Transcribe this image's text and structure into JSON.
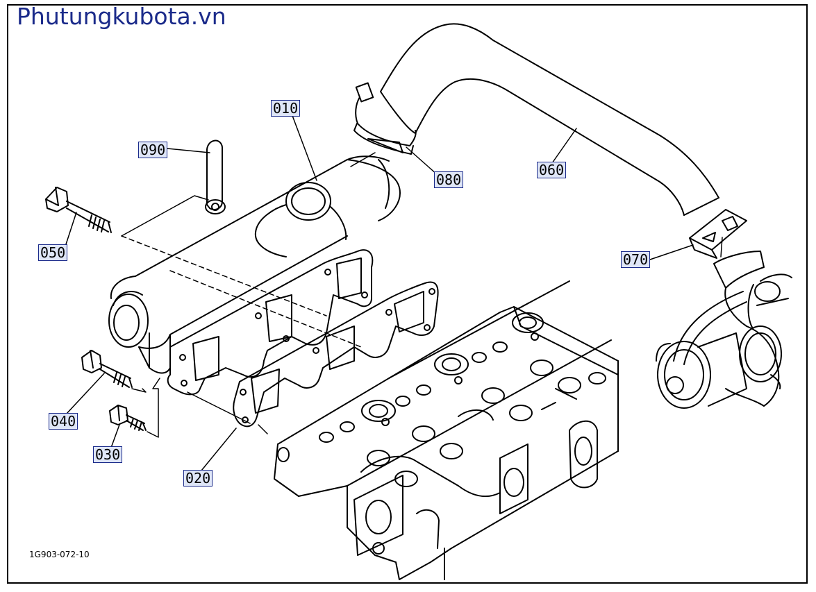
{
  "header": {
    "brand": "Phutungkubota.vn"
  },
  "footer": {
    "diagram_code": "1G903-072-10"
  },
  "colors": {
    "brand": "#1a2a8a",
    "callout_bg": "#dfe6f7",
    "line": "#000000"
  },
  "callouts": [
    {
      "id": "010",
      "label": "010"
    },
    {
      "id": "020",
      "label": "020"
    },
    {
      "id": "030",
      "label": "030"
    },
    {
      "id": "040",
      "label": "040"
    },
    {
      "id": "050",
      "label": "050"
    },
    {
      "id": "060",
      "label": "060"
    },
    {
      "id": "070",
      "label": "070"
    },
    {
      "id": "080",
      "label": "080"
    },
    {
      "id": "090",
      "label": "090"
    }
  ]
}
